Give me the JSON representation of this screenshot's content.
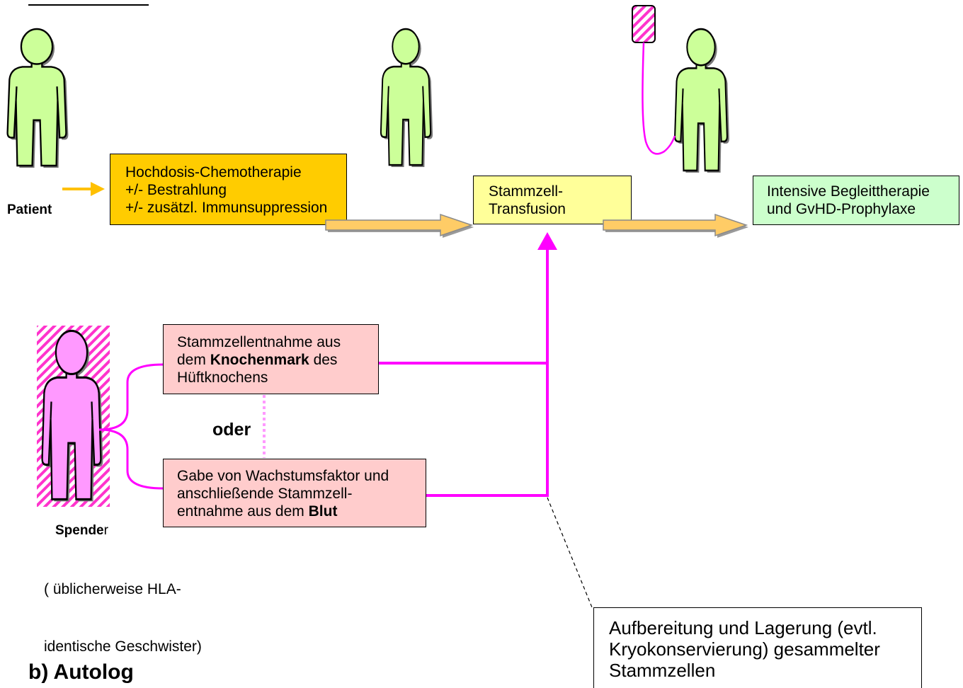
{
  "patient": {
    "label": "Patient"
  },
  "chemo_box": {
    "lines": [
      "Hochdosis-Chemotherapie",
      "+/- Bestrahlung",
      "+/- zusätzl. Immunsuppression"
    ]
  },
  "transfusion_box": {
    "lines": [
      "Stammzell-",
      "Transfusion"
    ]
  },
  "supportive_box": {
    "lines": [
      "Intensive Begleittherapie",
      "und GvHD-Prophylaxe"
    ]
  },
  "marrow_box": {
    "line1": "Stammzellentnahme aus",
    "line2_pre": "dem ",
    "line2_bold": "Knochenmark",
    "line2_post": " des",
    "line3": "Hüftknochens"
  },
  "or_label": "oder",
  "blood_box": {
    "line1": "Gabe von Wachstumsfaktor und",
    "line2": "anschließende Stammzell-",
    "line3_pre": "entnahme aus dem ",
    "line3_bold": "Blut"
  },
  "donor": {
    "label_bold": "Spende",
    "label_rest": "r",
    "note": [
      "( üblicherweise HLA-",
      "identische Geschwister)"
    ]
  },
  "storage_box": {
    "lines": [
      "Aufbereitung und Lagerung (evtl.",
      "Kryokonservierung) gesammelter",
      "Stammzellen"
    ]
  },
  "section_b": {
    "title": "b) Autolog"
  },
  "icons": {
    "person": "person-icon",
    "infusion": "iv-bag-icon"
  },
  "colors": {
    "patient_figure": "#CCFF99",
    "donor_figure": "#FF99FF",
    "stem_cell_flow": "#FF00FF",
    "chemo_box": "#FFCC00",
    "transfusion_box": "#FFFF99",
    "supportive_box": "#CCFFCC",
    "harvest_box": "#FFCCCC",
    "process_arrow": "#FFCC66",
    "hatch": "#FF33CC"
  }
}
